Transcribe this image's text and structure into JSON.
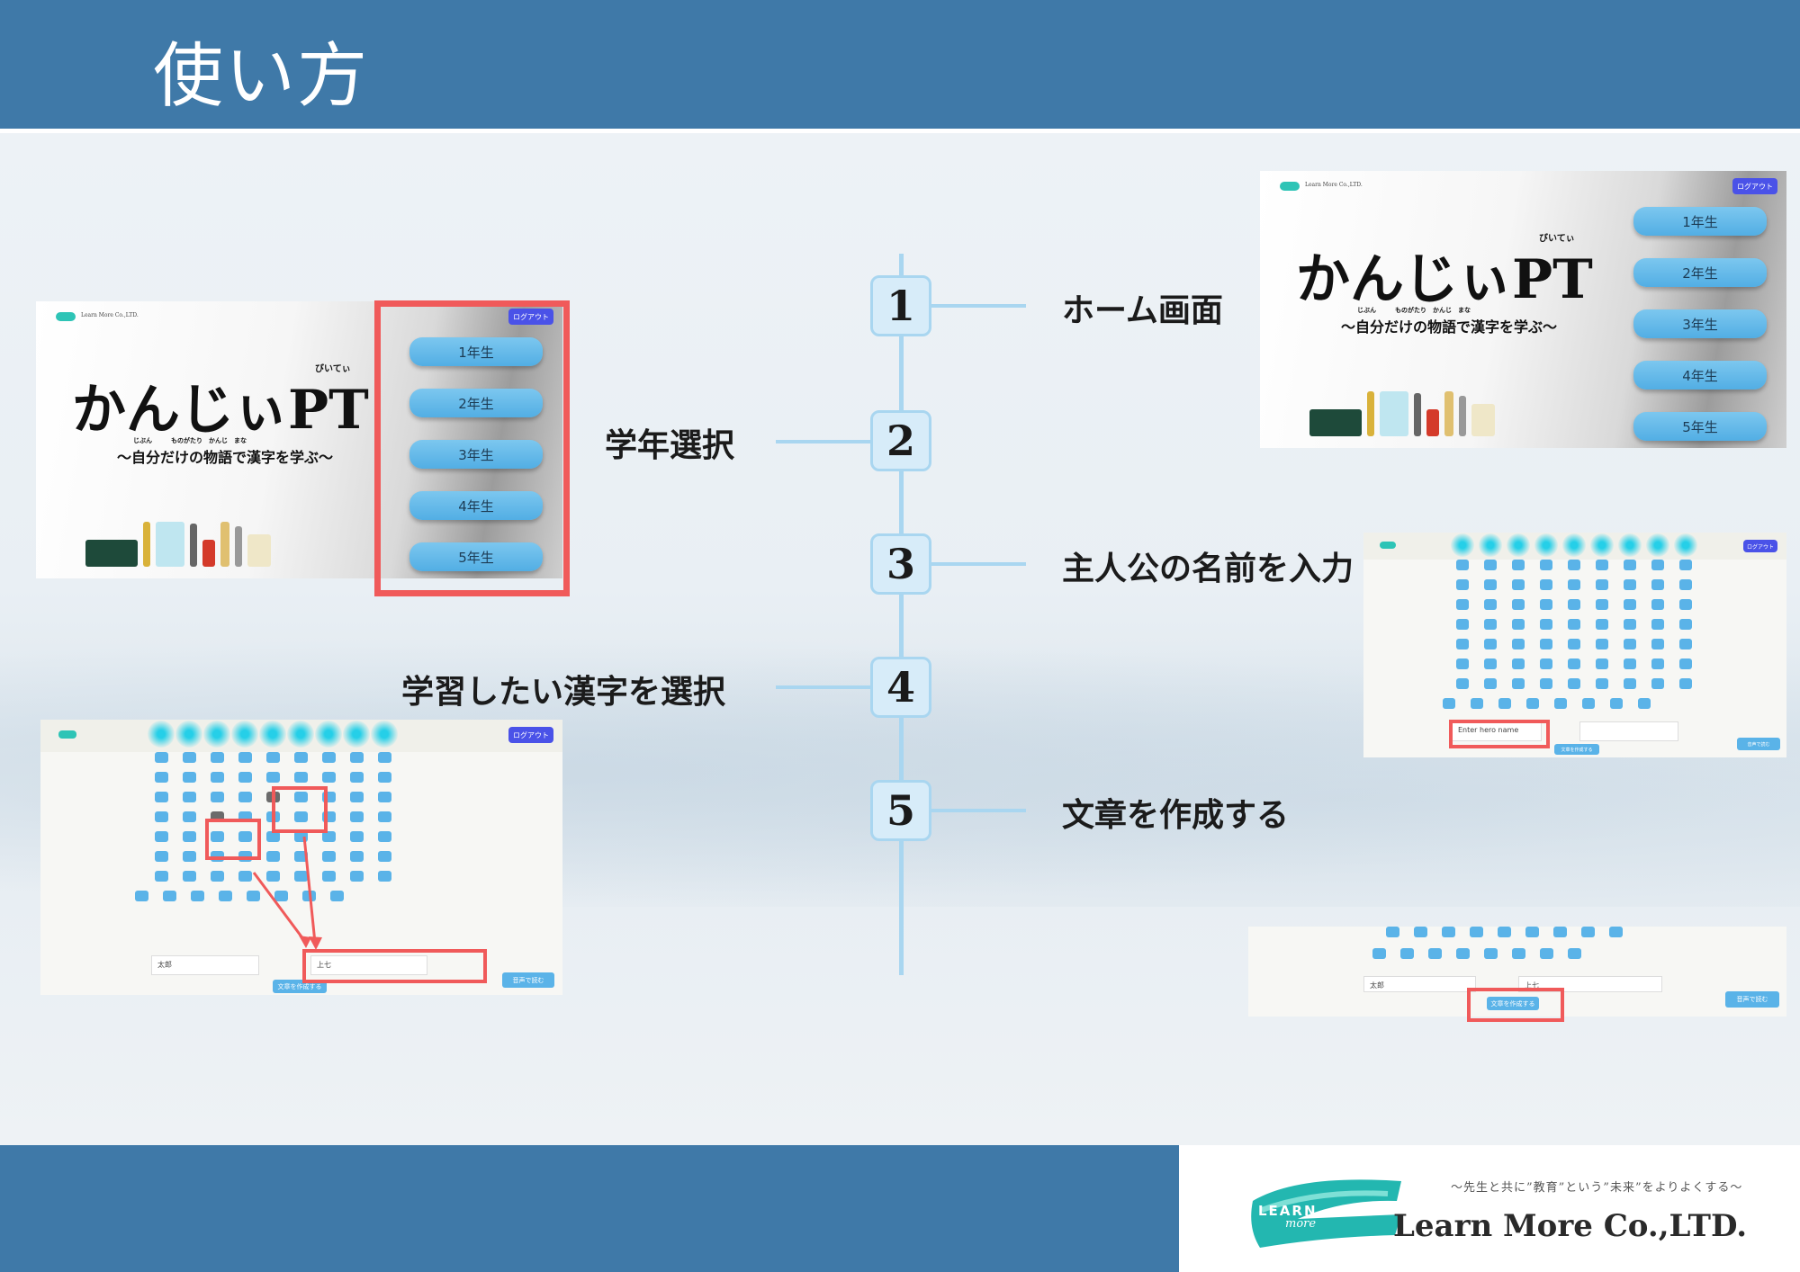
{
  "header": {
    "title": "使い方"
  },
  "steps": [
    {
      "number": "1",
      "label": "ホーム画面"
    },
    {
      "number": "2",
      "label": "学年選択"
    },
    {
      "number": "3",
      "label": "主人公の名前を入力"
    },
    {
      "number": "4",
      "label": "学習したい漢字を選択"
    },
    {
      "number": "5",
      "label": "文章を作成する"
    }
  ],
  "home_screen": {
    "brand": "Learn More Co.,LTD.",
    "title": "かんじぃPT",
    "title_ruby": "びいてぃ",
    "subtitle": "〜自分だけの物語で漢字を学ぶ〜",
    "subtitle_ruby": "じぶん　　　ものがたり　かんじ　まな",
    "logout": "ログアウト",
    "grades": [
      "1年生",
      "2年生",
      "3年生",
      "4年生",
      "5年生"
    ]
  },
  "kanji_screen": {
    "logout": "ログアウト",
    "name_placeholder": "Enter hero name",
    "name_value": "太郎",
    "selected_kanji_field": "上七",
    "selected_kanji_1": "上",
    "selected_kanji_2": "七",
    "create_button": "文章を作成する",
    "voice_button": "音声で読む"
  },
  "footer": {
    "tagline": "〜先生と共に”教育”という”未来”をよりよくする〜",
    "company": "Learn More Co.,LTD.",
    "logo_word": "LEARN",
    "logo_word2": "more"
  },
  "colors": {
    "header": "#3f79a8",
    "accent_red": "#f05a5a",
    "timeline": "#a9d6f0",
    "button_blue": "#5ab3e8",
    "logout": "#4a52e8"
  }
}
